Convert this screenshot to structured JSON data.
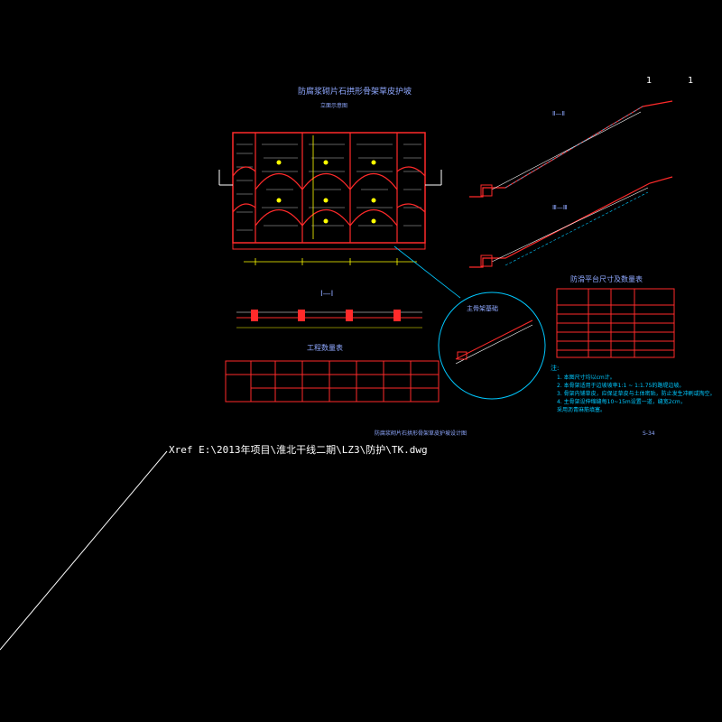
{
  "drawing": {
    "xref_label": "Xref E:\\2013年项目\\淮北干线二期\\LZ3\\防护\\TK.dwg",
    "section_markers": [
      "1",
      "1"
    ],
    "elevation_title": "防腐浆砌片石拱形骨架草皮护坡",
    "elevation_subtitle": "立面示意图",
    "section_view_title": "Ⅰ—Ⅰ",
    "detail_title": "主骨架基础",
    "quantity_table_title": "工程数量表",
    "slope_a_label": "Ⅱ—Ⅱ",
    "slope_b_label": "Ⅲ—Ⅲ",
    "dim_table_title": "防滑平台尺寸及数量表",
    "notes_title": "注:",
    "notes": [
      "1. 本图尺寸均以cm计。",
      "2. 本骨架适用于边坡坡率1:1 ~ 1:1.75的路堤边坡。",
      "3. 骨架内铺草皮，应保证草皮与土体密贴，防止发生冲刷或掏空。",
      "4. 主骨架设伸缩缝每10~15m设置一道，缝宽2cm，",
      "   采用沥青麻筋填塞。"
    ],
    "bottom_title": "防腐浆砌片石拱形骨架草皮护坡设计图",
    "sheet_number": "S-34"
  },
  "colors": {
    "background": "#000000",
    "frame_red": "#ff2a2a",
    "text_blue": "#8fa8ff",
    "cyan": "#00c8ff",
    "yellow": "#ffff00",
    "white": "#ffffff"
  }
}
